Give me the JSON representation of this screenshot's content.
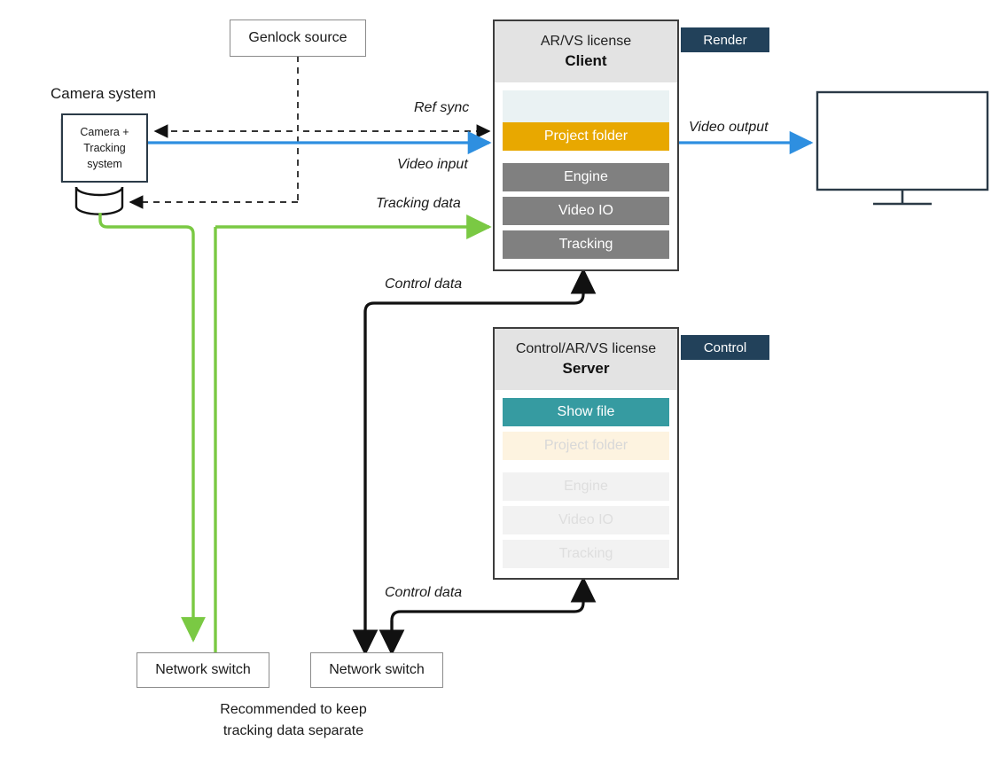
{
  "diagram": {
    "title": "AR/VS client-server signal flow",
    "colors": {
      "video_blue": "#2e8fe0",
      "tracking_green": "#7ac943",
      "control_black": "#000000",
      "genlock_dashed": "#333333",
      "badge_navy": "#22415a",
      "project_folder_orange": "#e8a800",
      "show_file_teal": "#369ba1",
      "module_grey": "#808080",
      "panel_header_grey": "#e3e3e3"
    },
    "genlock": {
      "label": "Genlock source"
    },
    "camera": {
      "title": "Camera system",
      "body_label": "Camera +\nTracking\nsystem",
      "body_line1": "Camera +",
      "body_line2": "Tracking",
      "body_line3": "system"
    },
    "client": {
      "license": "AR/VS license",
      "role": "Client",
      "badge": "Render",
      "rows": [
        {
          "label": "",
          "state": "blank"
        },
        {
          "label": "Project folder",
          "state": "active-orange"
        },
        {
          "label": "Engine",
          "state": "active-grey"
        },
        {
          "label": "Video IO",
          "state": "active-grey"
        },
        {
          "label": "Tracking",
          "state": "active-grey"
        }
      ]
    },
    "server": {
      "license": "Control/AR/VS license",
      "role": "Server",
      "badge": "Control",
      "rows": [
        {
          "label": "Show file",
          "state": "active-teal"
        },
        {
          "label": "Project folder",
          "state": "faded-orange"
        },
        {
          "label": "Engine",
          "state": "faded-grey"
        },
        {
          "label": "Video IO",
          "state": "faded-grey"
        },
        {
          "label": "Tracking",
          "state": "faded-grey"
        }
      ]
    },
    "connections": [
      {
        "label": "Ref sync",
        "style": "dashed",
        "color": "#333333",
        "from": "Genlock source",
        "to": "Camera system / Client"
      },
      {
        "label": "Video input",
        "style": "solid",
        "color": "#2e8fe0",
        "from": "Camera system",
        "to": "Client"
      },
      {
        "label": "Video output",
        "style": "solid",
        "color": "#2e8fe0",
        "from": "Client",
        "to": "Display"
      },
      {
        "label": "Tracking data",
        "style": "solid",
        "color": "#7ac943",
        "from": "Camera tracking",
        "to": "Client"
      },
      {
        "label": "Control data",
        "style": "solid",
        "color": "#000000",
        "from": "Network switch",
        "to": "Client"
      },
      {
        "label": "Control data",
        "style": "solid",
        "color": "#000000",
        "from": "Network switch",
        "to": "Server"
      }
    ],
    "switches": [
      {
        "label": "Network switch"
      },
      {
        "label": "Network switch"
      }
    ],
    "note_line1": "Recommended to keep",
    "note_line2": "tracking data separate",
    "display": {
      "name": "video-display"
    }
  }
}
